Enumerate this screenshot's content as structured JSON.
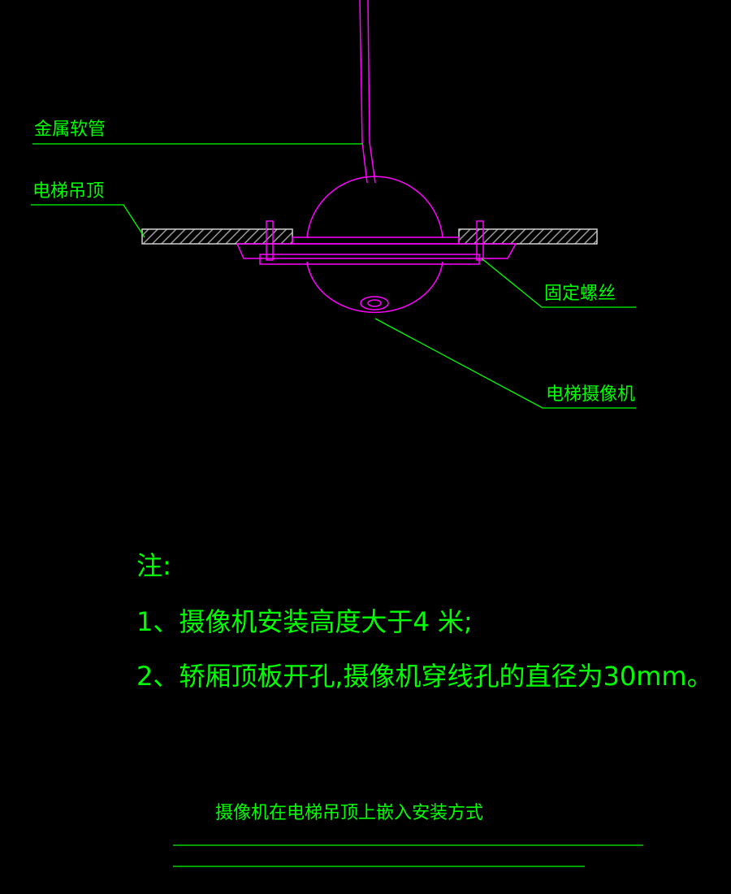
{
  "colors": {
    "background": "#000000",
    "leader": "#00ff00",
    "camera": "#ff00ff",
    "ceiling": "#bdbdbd"
  },
  "labels": {
    "metal_hose": "金属软管",
    "elevator_ceiling": "电梯吊顶",
    "fixing_screw": "固定螺丝",
    "elevator_camera": "电梯摄像机"
  },
  "notes": {
    "heading": "注:",
    "line1": "1、摄像机安装高度大于4 米;",
    "line2": "2、轿厢顶板开孔,摄像机穿线孔的直径为30mm。"
  },
  "title": "摄像机在电梯吊顶上嵌入安装方式"
}
